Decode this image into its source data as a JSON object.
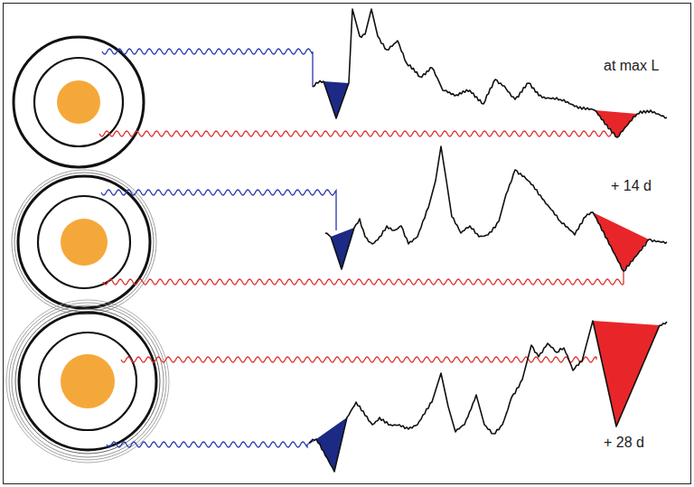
{
  "diagram": {
    "labels": [
      "at max L",
      "+ 14 d",
      "+ 28 d"
    ]
  }
}
